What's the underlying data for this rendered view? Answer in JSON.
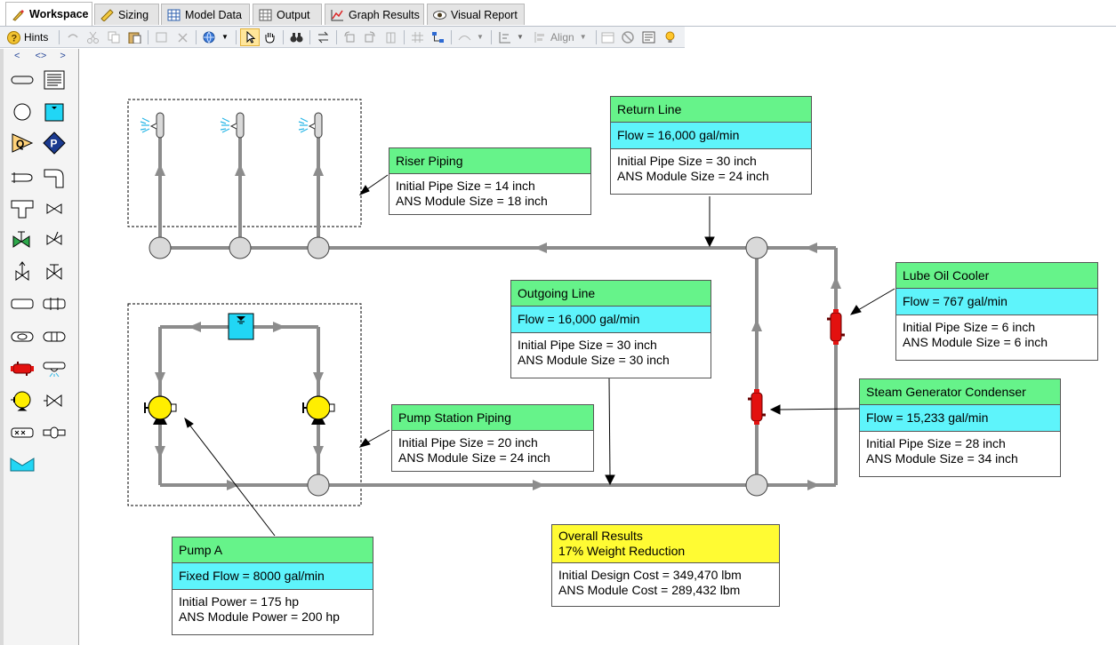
{
  "tabs": [
    {
      "label": "Workspace",
      "active": true,
      "icon": "workspace-icon"
    },
    {
      "label": "Sizing",
      "active": false,
      "icon": "sizing-icon"
    },
    {
      "label": "Model Data",
      "active": false,
      "icon": "model-data-icon"
    },
    {
      "label": "Output",
      "active": false,
      "icon": "output-icon"
    },
    {
      "label": "Graph Results",
      "active": false,
      "icon": "graph-icon"
    },
    {
      "label": "Visual Report",
      "active": false,
      "icon": "eye-icon"
    }
  ],
  "toolbar": {
    "hints_label": "Hints",
    "align_label": "Align"
  },
  "palette": {
    "nav_left": "<",
    "nav_both": "<>",
    "nav_right": ">"
  },
  "annotations": {
    "riser": {
      "title": "Riser Piping",
      "line1": "Initial Pipe Size = 14 inch",
      "line2": "ANS Module Size = 18 inch"
    },
    "return": {
      "title": "Return Line",
      "flow": "Flow = 16,000 gal/min",
      "line1": "Initial Pipe Size = 30 inch",
      "line2": "ANS Module Size = 24 inch"
    },
    "lube": {
      "title": "Lube Oil Cooler",
      "flow": "Flow = 767 gal/min",
      "line1": "Initial Pipe Size = 6 inch",
      "line2": "ANS Module Size = 6 inch"
    },
    "outgoing": {
      "title": "Outgoing Line",
      "flow": "Flow = 16,000 gal/min",
      "line1": "Initial Pipe Size = 30 inch",
      "line2": "ANS Module Size = 30 inch"
    },
    "steam": {
      "title": "Steam Generator Condenser",
      "flow": "Flow = 15,233 gal/min",
      "line1": "Initial Pipe Size = 28 inch",
      "line2": "ANS Module Size = 34 inch"
    },
    "pump_station": {
      "title": "Pump Station Piping",
      "line1": "Initial Pipe Size = 20 inch",
      "line2": "ANS Module Size = 24 inch"
    },
    "pump_a": {
      "title": "Pump A",
      "flow": "Fixed Flow = 8000 gal/min",
      "line1": "Initial Power = 175 hp",
      "line2": "ANS Module Power = 200 hp"
    },
    "overall": {
      "title1": "Overall Results",
      "title2": "17% Weight Reduction",
      "line1": "Initial Design Cost = 349,470 lbm",
      "line2": "ANS Module Cost = 289,432 lbm"
    }
  },
  "colors": {
    "label_green": "#66f38a",
    "flow_cyan": "#5ef4fb",
    "overall_yellow": "#fffb33",
    "pipe_gray": "#8c8c8c",
    "heat_exchanger_red": "#e3110f",
    "pump_yellow": "#ffee00",
    "tank_cyan": "#21d6f5"
  }
}
